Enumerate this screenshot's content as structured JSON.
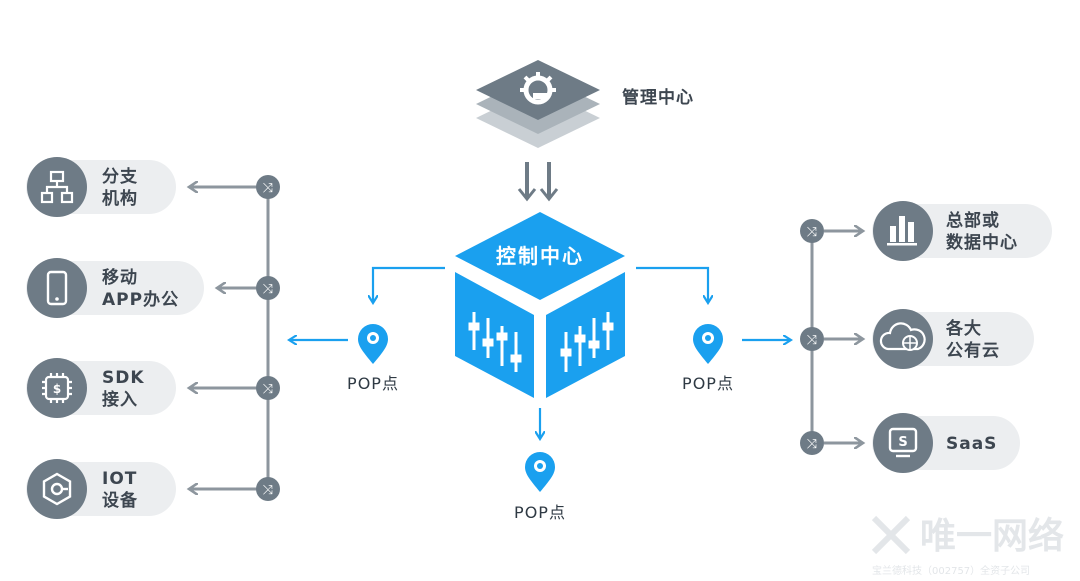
{
  "management_center": {
    "label": "管理中心"
  },
  "control_center": {
    "label": "控制中心"
  },
  "pop_points": [
    {
      "label": "POP点"
    },
    {
      "label": "POP点"
    },
    {
      "label": "POP点"
    }
  ],
  "left_nodes": [
    {
      "line1": "分支",
      "line2": "机构",
      "icon": "org-chart-icon"
    },
    {
      "line1": "移动",
      "line2": "APP办公",
      "icon": "mobile-phone-icon"
    },
    {
      "line1": "SDK",
      "line2": "接入",
      "icon": "chip-icon"
    },
    {
      "line1": "IOT",
      "line2": "设备",
      "icon": "iot-device-icon"
    }
  ],
  "right_nodes": [
    {
      "line1": "总部或",
      "line2": "数据中心",
      "icon": "bar-chart-icon"
    },
    {
      "line1": "各大",
      "line2": "公有云",
      "icon": "cloud-globe-icon"
    },
    {
      "line1": "SaaS",
      "line2": "",
      "icon": "saas-monitor-icon"
    }
  ],
  "colors": {
    "accent_blue": "#1aa0ef",
    "dark_blue": "#0f86d6",
    "gray_icon": "#6e7b86",
    "pill_bg": "#eceef0",
    "line_gray": "#8d969e"
  },
  "watermark": {
    "title": "唯一网络",
    "subtitle": "宝兰德科技（002757）全资子公司"
  }
}
